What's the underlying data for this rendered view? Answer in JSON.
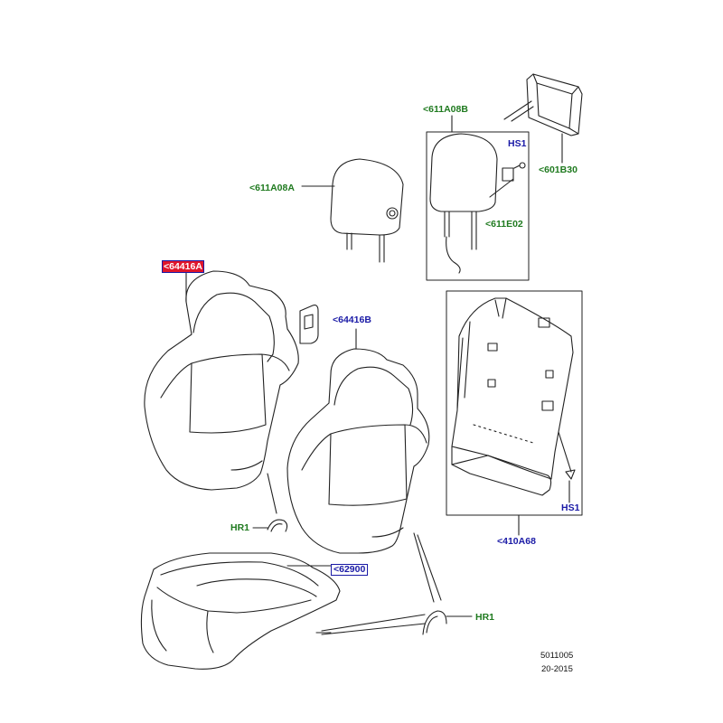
{
  "labels": {
    "top_bracket": "<601B30",
    "headrest_box": "<611A08B",
    "hs1_top": "HS1",
    "guide": "<611E02",
    "headrest_left": "<611A08A",
    "cover_left": "<64416A",
    "cover_center": "<64416B",
    "seat_cushion_cover": "<62900",
    "hr1_left": "HR1",
    "hr1_right": "HR1",
    "back_panel_box": "<410A68",
    "hs1_right": "HS1"
  },
  "footer": {
    "ref_number": "5011005",
    "ref_date": "20-2015"
  },
  "colors": {
    "green_label": "#1f7a1f",
    "blue_label": "#1a1aa6",
    "highlight": "#e0162b",
    "line": "#222222"
  }
}
